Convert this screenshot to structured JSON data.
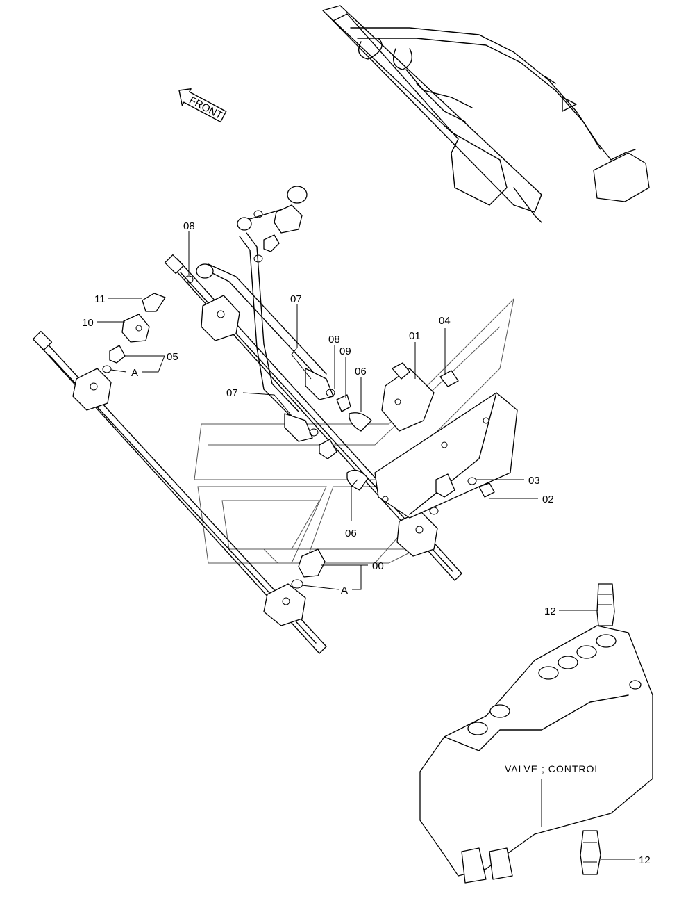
{
  "front_arrow_label": "FRONT",
  "valve_label": "VALVE ; CONTROL",
  "callouts": {
    "c00": "00",
    "c01": "01",
    "c02": "02",
    "c03": "03",
    "c04": "04",
    "c05": "05",
    "c06a": "06",
    "c06b": "06",
    "c07a": "07",
    "c07b": "07",
    "c08a": "08",
    "c08b": "08",
    "c09": "09",
    "c10": "10",
    "c11": "11",
    "c12a": "12",
    "c12b": "12",
    "cA1": "A",
    "cA2": "A"
  }
}
